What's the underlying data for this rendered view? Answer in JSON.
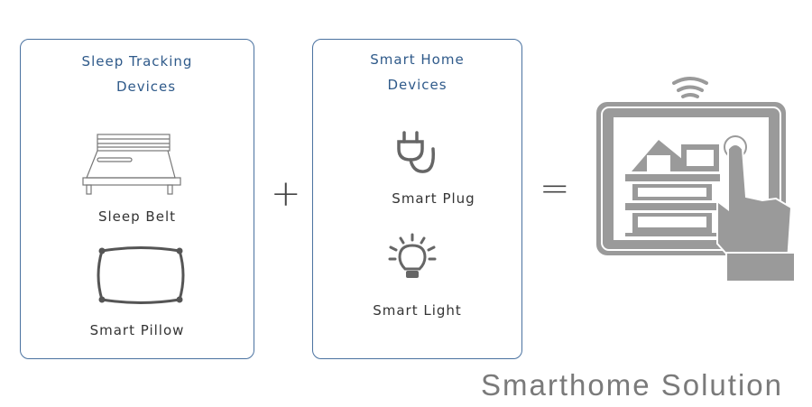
{
  "sleep_box": {
    "title_line1": "Sleep Tracking",
    "title_line2": "Devices",
    "items": [
      {
        "label": "Sleep Belt",
        "icon": "bed-icon"
      },
      {
        "label": "Smart Pillow",
        "icon": "pillow-icon"
      }
    ]
  },
  "home_box": {
    "title_line1": "Smart  Home",
    "title_line2": "Devices",
    "items": [
      {
        "label": "Smart Plug",
        "icon": "plug-icon"
      },
      {
        "label": "Smart Light",
        "icon": "lightbulb-icon"
      }
    ]
  },
  "operators": {
    "plus": "+",
    "equals": "="
  },
  "result": {
    "label": "Smarthome Solution",
    "icon": "tablet-smarthome-icon"
  },
  "colors": {
    "border": "#4a72a0",
    "title": "#2f5a8a",
    "icon_gray": "#9a9a9a"
  }
}
